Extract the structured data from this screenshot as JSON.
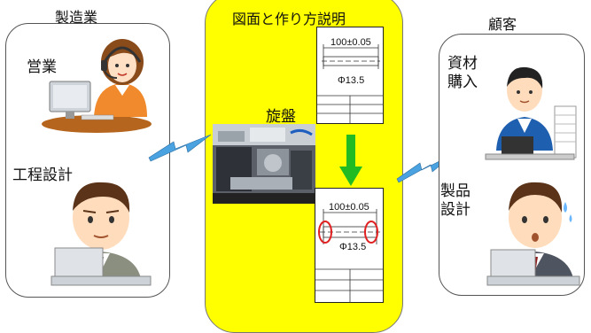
{
  "manufacturer": {
    "title": "製造業",
    "sales_label": "営業",
    "process_design_label": "工程設計"
  },
  "center": {
    "title": "図面と作り方説明",
    "lathe_label": "旋盤"
  },
  "drawing_top": {
    "length_dim": "100±0.05",
    "diameter_dim": "Φ13.5"
  },
  "drawing_bottom": {
    "length_dim": "100±0.05",
    "diameter_dim": "Φ13.5"
  },
  "customer": {
    "title": "顧客",
    "procurement_label": "資材\n購入",
    "product_design_label": "製品\n設計"
  },
  "colors": {
    "center_bg": "#ffff00",
    "arrow": "#22bb22",
    "link": "#4aa3e0",
    "highlight": "#e02020"
  }
}
